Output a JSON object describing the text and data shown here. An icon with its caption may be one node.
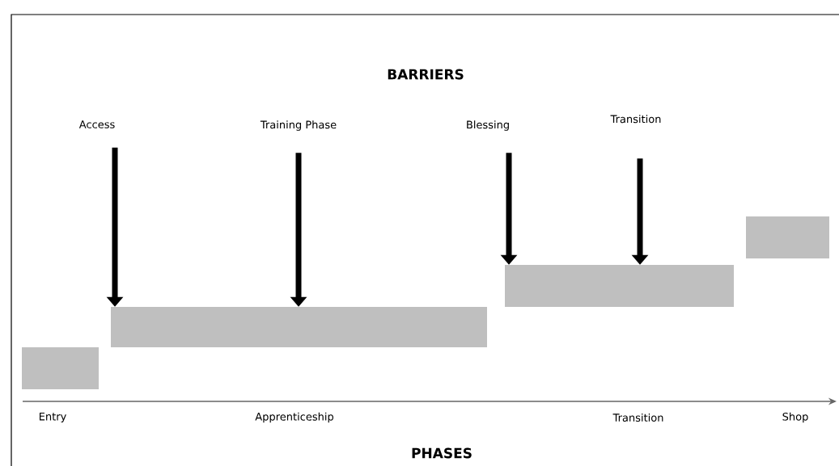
{
  "diagram": {
    "title": "BARRIERS",
    "nodes": [
      {
        "text": [
          "Access"
        ]
      },
      {
        "text": [
          "Training Phase"
        ]
      },
      {
        "text": [
          "Blessing"
        ]
      },
      {
        "text": [
          "Transition"
        ]
      },
      {
        "text": [],
        "shape": "bar"
      },
      {
        "text": [],
        "shape": "bar"
      },
      {
        "text": [],
        "shape": "bar"
      },
      {
        "text": [],
        "shape": "bar"
      }
    ],
    "edges": [
      {
        "from": 0,
        "to": 5,
        "arrow": "to"
      },
      {
        "from": 1,
        "to": 5,
        "arrow": "to"
      },
      {
        "from": 2,
        "to": 6,
        "arrow": "to"
      },
      {
        "from": 3,
        "to": 6,
        "arrow": "to"
      }
    ],
    "labels": [
      "Entry",
      "Apprenticeship",
      "Transition",
      "Shop",
      "PHASES"
    ]
  }
}
